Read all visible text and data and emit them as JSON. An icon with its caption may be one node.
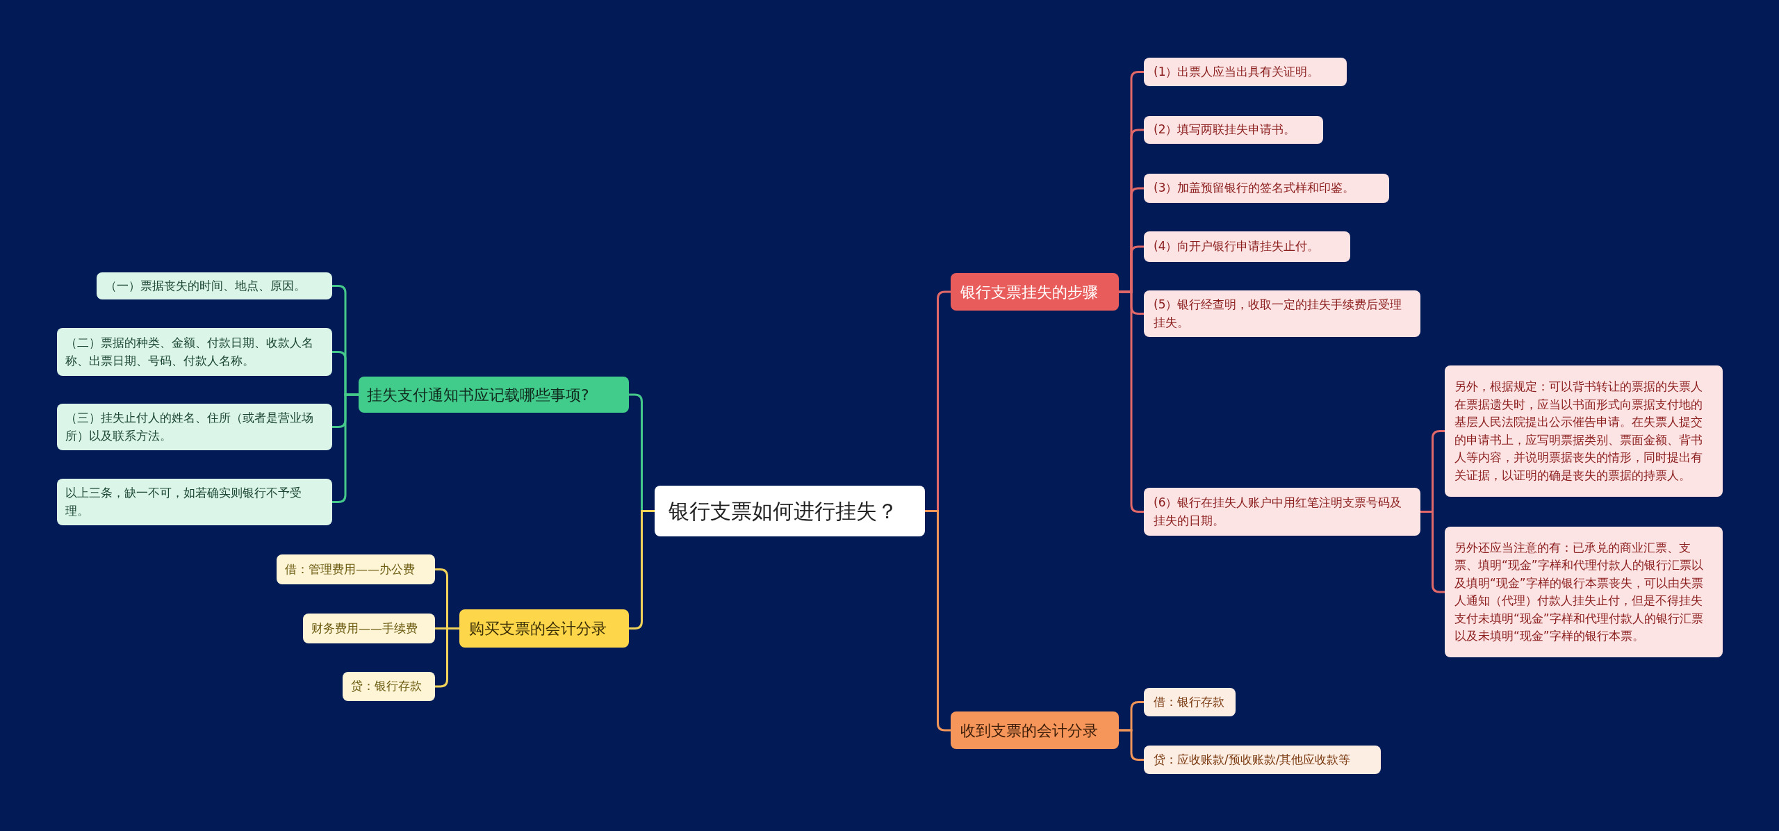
{
  "diagram": {
    "nodes": [
      {
        "text": [
          "银行支票如何进行挂失？"
        ]
      },
      {
        "text": [
          "银行支票挂失的步骤"
        ]
      },
      {
        "text": [
          "(1）出票人应当出具有关证明。"
        ]
      },
      {
        "text": [
          "(2）填写两联挂失申请书。"
        ]
      },
      {
        "text": [
          "(3）加盖预留银行的签名式样和印鉴。"
        ]
      },
      {
        "text": [
          "(4）向开户银行申请挂失止付。"
        ]
      },
      {
        "text": [
          "(5）银行经查明，收取一定的挂失手续费后受理挂失。"
        ]
      },
      {
        "text": [
          "(6）银行在挂失人账户中用红笔注明支票号码及挂失的日期。"
        ]
      },
      {
        "text": [
          "另外，根据规定：可以背书转让的票据的失票人在票据遗失时，应当以书面形式向票据支付地的基层人民法院提出公示催告申请。在失票人提交的申请书上，应写明票据类别、票面金额、背书人等内容，并说明票据丧失的情形，同时提出有关证据，以证明的确是丧失的票据的持票人。"
        ]
      },
      {
        "text": [
          "另外还应当注意的有：已承兑的商业汇票、支票、填明“现金”字样和代理付款人的银行汇票以及填明“现金”字样的银行本票丧失，可以由失票人通知（代理）付款人挂失止付，但是不得挂失支付未填明“现金”字样和代理付款人的银行汇票以及未填明“现金”字样的银行本票。"
        ]
      },
      {
        "text": [
          "收到支票的会计分录"
        ]
      },
      {
        "text": [
          "借：银行存款"
        ]
      },
      {
        "text": [
          "贷：应收账款/预收账款/其他应收款等"
        ]
      },
      {
        "text": [
          "挂失支付通知书应记载哪些事项?"
        ]
      },
      {
        "text": [
          "（一）票据丧失的时间、地点、原因。"
        ]
      },
      {
        "text": [
          "（二）票据的种类、金额、付款日期、收款人名称、出票日期、号码、付款人名称。"
        ]
      },
      {
        "text": [
          "（三）挂失止付人的姓名、住所（或者是营业场所）以及联系方法。"
        ]
      },
      {
        "text": [
          "以上三条，缺一不可，如若确实则银行不予受理。"
        ]
      },
      {
        "text": [
          "购买支票的会计分录"
        ]
      },
      {
        "text": [
          "借：管理费用——办公费"
        ]
      },
      {
        "text": [
          "财务费用——手续费"
        ]
      },
      {
        "text": [
          "贷：银行存款"
        ]
      }
    ],
    "edges": [
      {
        "from": 0,
        "to": 1,
        "arrow": "none",
        "color": "#e06868"
      },
      {
        "from": 1,
        "to": 2,
        "arrow": "none",
        "color": "#e06868"
      },
      {
        "from": 1,
        "to": 3,
        "arrow": "none",
        "color": "#e06868"
      },
      {
        "from": 1,
        "to": 4,
        "arrow": "none",
        "color": "#e06868"
      },
      {
        "from": 1,
        "to": 5,
        "arrow": "none",
        "color": "#e06868"
      },
      {
        "from": 1,
        "to": 6,
        "arrow": "none",
        "color": "#e06868"
      },
      {
        "from": 1,
        "to": 7,
        "arrow": "none",
        "color": "#e06868"
      },
      {
        "from": 7,
        "to": 8,
        "arrow": "none",
        "color": "#e06868"
      },
      {
        "from": 7,
        "to": 9,
        "arrow": "none",
        "color": "#e06868"
      },
      {
        "from": 0,
        "to": 10,
        "arrow": "none",
        "color": "#f0955a"
      },
      {
        "from": 10,
        "to": 11,
        "arrow": "none",
        "color": "#f0955a"
      },
      {
        "from": 10,
        "to": 12,
        "arrow": "none",
        "color": "#f0955a"
      },
      {
        "from": 0,
        "to": 13,
        "arrow": "none",
        "color": "#45c98a"
      },
      {
        "from": 13,
        "to": 14,
        "arrow": "none",
        "color": "#45c98a"
      },
      {
        "from": 13,
        "to": 15,
        "arrow": "none",
        "color": "#45c98a"
      },
      {
        "from": 13,
        "to": 16,
        "arrow": "none",
        "color": "#45c98a"
      },
      {
        "from": 13,
        "to": 17,
        "arrow": "none",
        "color": "#45c98a"
      },
      {
        "from": 0,
        "to": 18,
        "arrow": "none",
        "color": "#f2d35a"
      },
      {
        "from": 18,
        "to": 19,
        "arrow": "none",
        "color": "#f2d35a"
      },
      {
        "from": 18,
        "to": 20,
        "arrow": "none",
        "color": "#f2d35a"
      },
      {
        "from": 18,
        "to": 21,
        "arrow": "none",
        "color": "#f2d35a"
      }
    ]
  }
}
